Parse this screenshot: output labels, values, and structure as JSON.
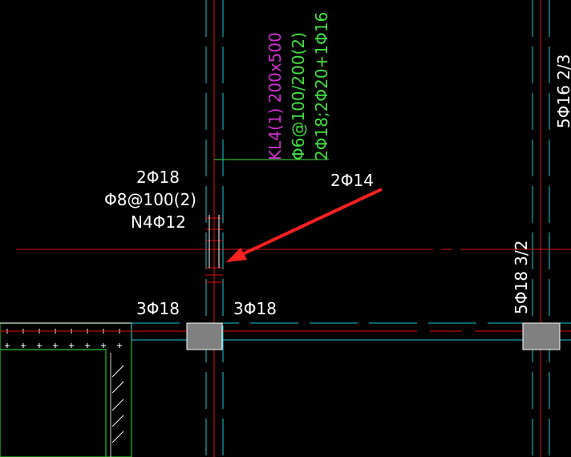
{
  "colors": {
    "background": "#000000",
    "axis": "#e01010",
    "beam_edge": "#18c8d8",
    "text": "#ffffff",
    "beam_name": "#d030d0",
    "rebar_note": "#40e040",
    "arrow": "#ff2020",
    "column_fill": "#808080",
    "slab_edge": "#20c020",
    "hatch": "#ffffff"
  },
  "annotations": {
    "beam_label": "KL4(1) 200x500",
    "beam_stirrup": "Φ6@100/200(2)",
    "beam_bars": "2Φ18;2Φ20+1Φ16",
    "left_top_bars": "2Φ18",
    "left_stirrup": "Φ8@100(2)",
    "left_side_bars": "N4Φ12",
    "right_top_bars": "2Φ14",
    "bottom_left_bars": "3Φ18",
    "bottom_right_bars": "3Φ18",
    "right_span_bars": "5Φ18 3/2",
    "top_right_bars": "5Φ16 2/3"
  }
}
